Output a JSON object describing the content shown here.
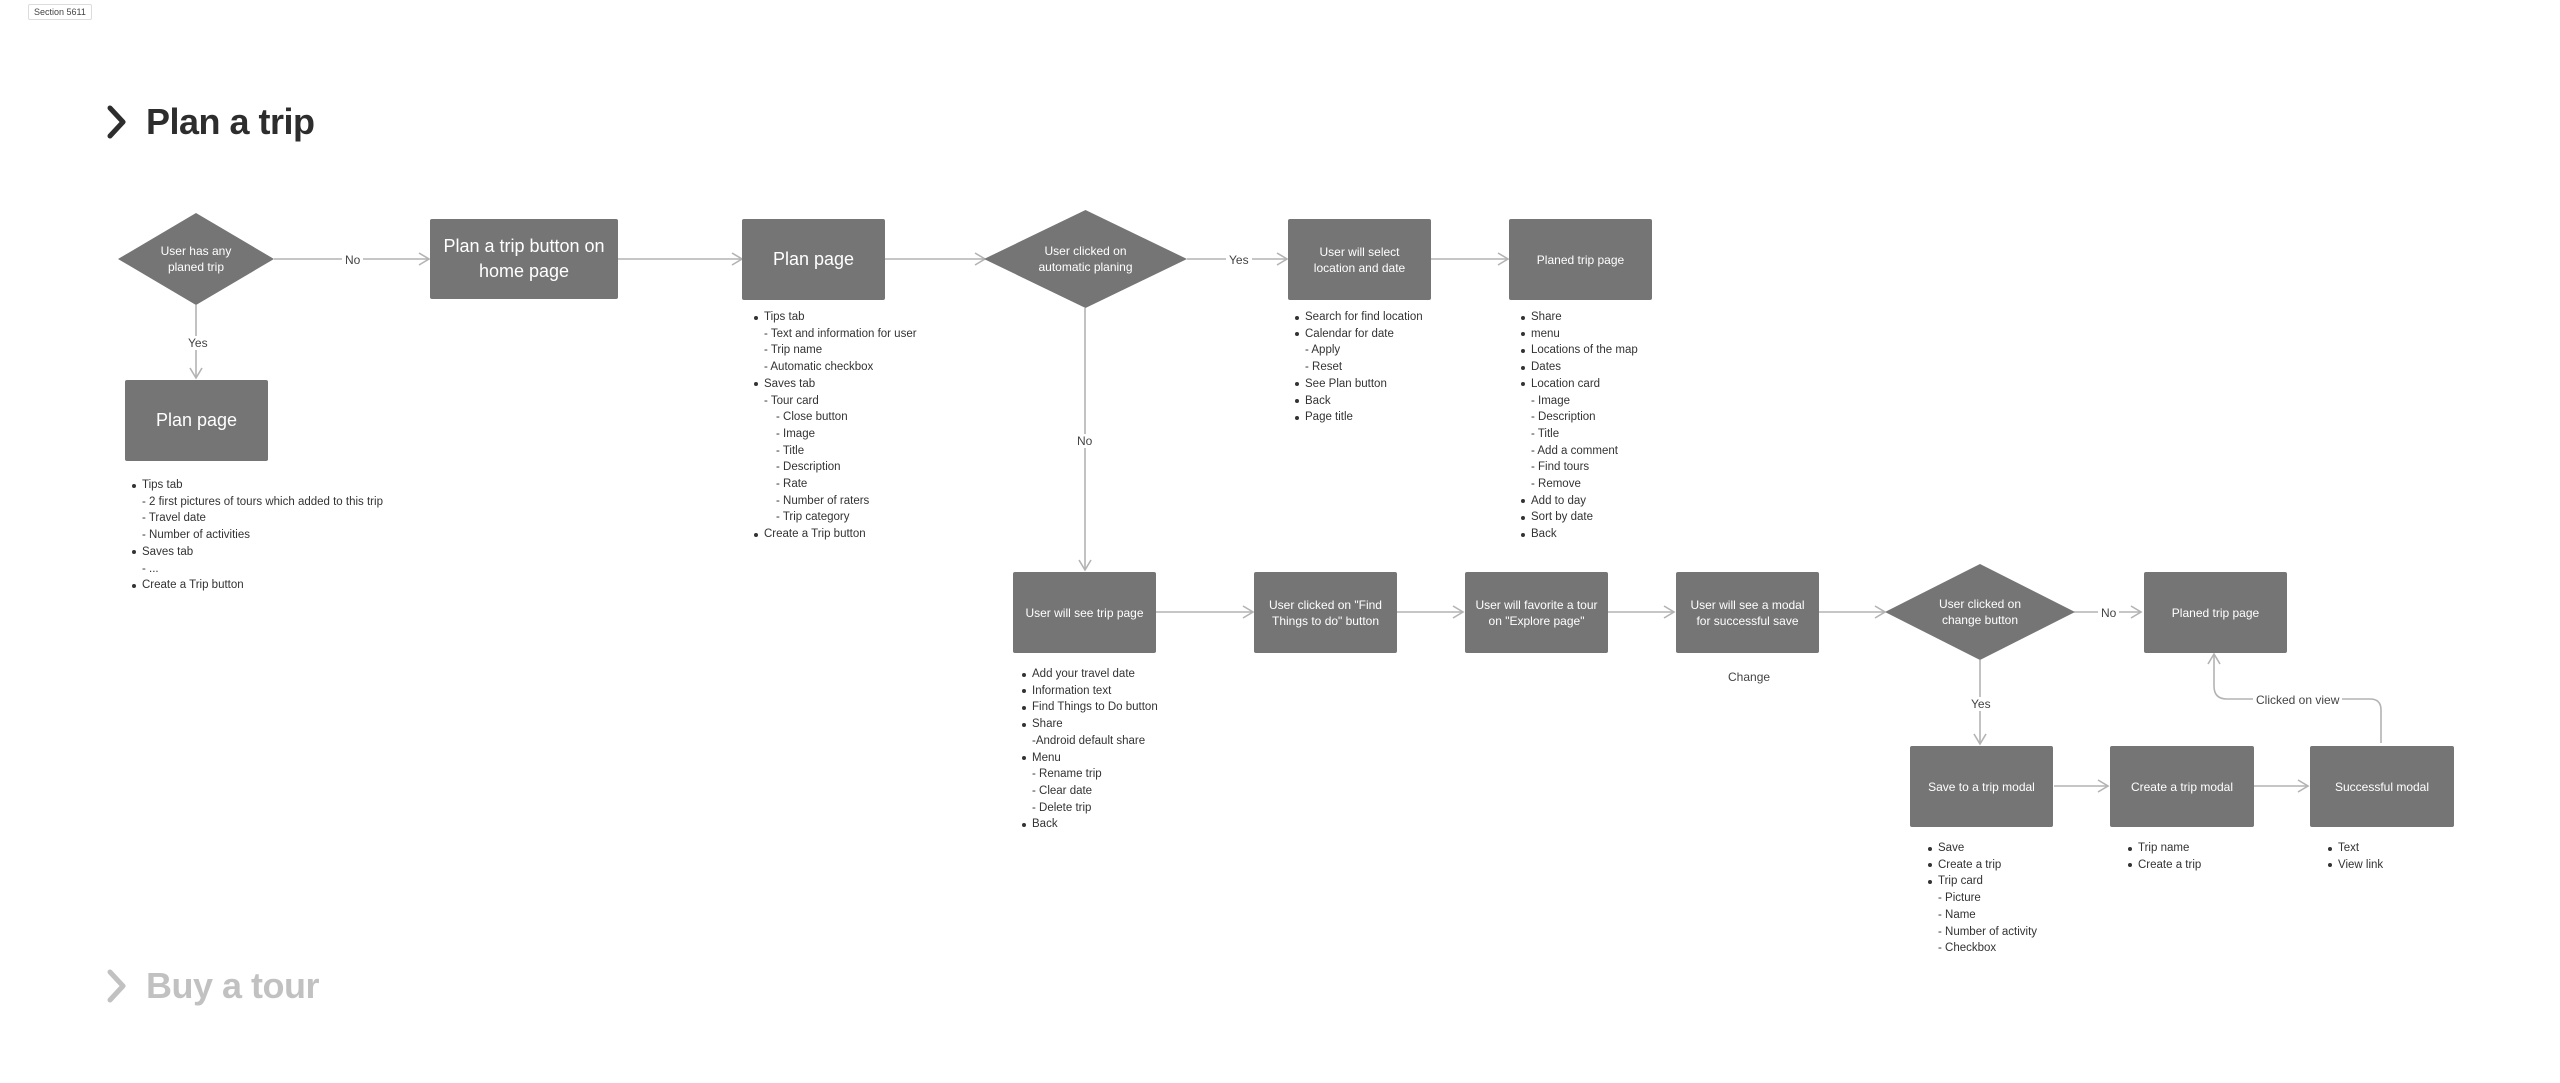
{
  "section_label": "Section 5611",
  "headings": {
    "plan_a_trip": "Plan a trip",
    "buy_a_tour": "Buy a tour"
  },
  "nodes": {
    "d_has_trip": "User has any planed trip",
    "b_plan_button": "Plan a trip button on home page",
    "b_plan_page_top": "Plan page",
    "d_auto": "User clicked on automatic planing",
    "b_select": "User will select location and date",
    "b_planed_top": "Planed trip page",
    "b_plan_page_left": "Plan page",
    "b_see_trip": "User will see trip page",
    "b_find_things": "User clicked on \"Find Things to do\" button",
    "b_favorite": "User will favorite a tour on \"Explore page\"",
    "b_modal_save": "User will see a modal for successful save",
    "d_change": "User clicked on change button",
    "b_planed_right": "Planed trip page",
    "b_save_modal": "Save to a trip modal",
    "b_create_modal": "Create a trip modal",
    "b_success_modal": "Successful modal"
  },
  "labels": {
    "no_1": "No",
    "yes_1": "Yes",
    "yes_2": "Yes",
    "no_2": "No",
    "no_3": "No",
    "yes_3": "Yes",
    "clicked_on_view": "Clicked on view",
    "change": "Change"
  },
  "notes": {
    "plan_page_left": [
      {
        "level": 0,
        "text": "Tips tab"
      },
      {
        "level": 1,
        "text": "- 2 first pictures of tours which added to this trip"
      },
      {
        "level": 1,
        "text": "- Travel date"
      },
      {
        "level": 1,
        "text": "- Number of activities"
      },
      {
        "level": 0,
        "text": "Saves tab"
      },
      {
        "level": 1,
        "text": "- ..."
      },
      {
        "level": 0,
        "text": "Create a Trip button"
      }
    ],
    "plan_page_top": [
      {
        "level": 0,
        "text": "Tips tab"
      },
      {
        "level": 1,
        "text": "- Text and information for user"
      },
      {
        "level": 1,
        "text": "- Trip name"
      },
      {
        "level": 1,
        "text": "- Automatic checkbox"
      },
      {
        "level": 0,
        "text": "Saves tab"
      },
      {
        "level": 1,
        "text": "- Tour card"
      },
      {
        "level": 2,
        "text": "- Close button"
      },
      {
        "level": 2,
        "text": "- Image"
      },
      {
        "level": 2,
        "text": "- Title"
      },
      {
        "level": 2,
        "text": "- Description"
      },
      {
        "level": 2,
        "text": "- Rate"
      },
      {
        "level": 2,
        "text": "- Number of raters"
      },
      {
        "level": 2,
        "text": "- Trip category"
      },
      {
        "level": 0,
        "text": "Create a Trip button"
      }
    ],
    "select_location": [
      {
        "level": 0,
        "text": "Search for find location"
      },
      {
        "level": 0,
        "text": "Calendar for date"
      },
      {
        "level": 1,
        "text": "- Apply"
      },
      {
        "level": 1,
        "text": "- Reset"
      },
      {
        "level": 0,
        "text": "See Plan button"
      },
      {
        "level": 0,
        "text": "Back"
      },
      {
        "level": 0,
        "text": "Page title"
      }
    ],
    "planed_top": [
      {
        "level": 0,
        "text": "Share"
      },
      {
        "level": 0,
        "text": "menu"
      },
      {
        "level": 0,
        "text": "Locations of the map"
      },
      {
        "level": 0,
        "text": "Dates"
      },
      {
        "level": 0,
        "text": "Location card"
      },
      {
        "level": 1,
        "text": "- Image"
      },
      {
        "level": 1,
        "text": "- Description"
      },
      {
        "level": 1,
        "text": "- Title"
      },
      {
        "level": 1,
        "text": "- Add a comment"
      },
      {
        "level": 1,
        "text": "- Find tours"
      },
      {
        "level": 1,
        "text": "- Remove"
      },
      {
        "level": 0,
        "text": "Add to day"
      },
      {
        "level": 0,
        "text": "Sort by date"
      },
      {
        "level": 0,
        "text": "Back"
      }
    ],
    "see_trip": [
      {
        "level": 0,
        "text": "Add your travel date"
      },
      {
        "level": 0,
        "text": "Information text"
      },
      {
        "level": 0,
        "text": "Find Things to Do button"
      },
      {
        "level": 0,
        "text": "Share"
      },
      {
        "level": 1,
        "text": "-Android default share"
      },
      {
        "level": 0,
        "text": "Menu"
      },
      {
        "level": 1,
        "text": "- Rename trip"
      },
      {
        "level": 1,
        "text": "- Clear date"
      },
      {
        "level": 1,
        "text": "- Delete trip"
      },
      {
        "level": 0,
        "text": "Back"
      }
    ],
    "save_modal": [
      {
        "level": 0,
        "text": "Save"
      },
      {
        "level": 0,
        "text": "Create a trip"
      },
      {
        "level": 0,
        "text": "Trip card"
      },
      {
        "level": 1,
        "text": "- Picture"
      },
      {
        "level": 1,
        "text": "- Name"
      },
      {
        "level": 1,
        "text": "- Number of activity"
      },
      {
        "level": 1,
        "text": "- Checkbox"
      }
    ],
    "create_modal": [
      {
        "level": 0,
        "text": "Trip name"
      },
      {
        "level": 0,
        "text": "Create a trip"
      }
    ],
    "success_modal": [
      {
        "level": 0,
        "text": "Text"
      },
      {
        "level": 0,
        "text": "View link"
      }
    ]
  },
  "colors": {
    "node_fill": "#757575",
    "connector": "#b3b3b3",
    "text": "#333333"
  },
  "icons": {
    "heading_marker": "chevron-right-icon"
  }
}
